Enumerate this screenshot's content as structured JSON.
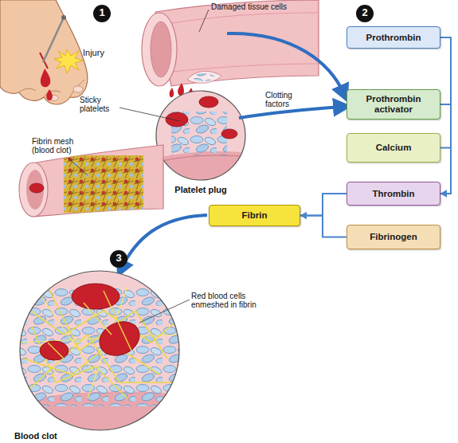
{
  "diagram": {
    "nodes": [
      {
        "text": [
          "Prothrombin"
        ]
      },
      {
        "text": [
          "Prothrombin activator"
        ]
      },
      {
        "text": [
          "Calcium"
        ]
      },
      {
        "text": [
          "Thrombin"
        ]
      },
      {
        "text": [
          "Fibrin"
        ]
      },
      {
        "text": [
          "Fibrinogen"
        ]
      }
    ],
    "edges": [
      {
        "from": 0,
        "to": 3,
        "arrow": "to"
      },
      {
        "from": 1,
        "to": 3,
        "arrow": "to"
      },
      {
        "from": 2,
        "to": 3,
        "arrow": "to"
      },
      {
        "from": 3,
        "to": 4,
        "arrow": "to"
      },
      {
        "from": 5,
        "to": 4,
        "arrow": "to"
      }
    ],
    "labels": [
      "1",
      "2",
      "Injury",
      "Damaged tissue cells",
      "Clotting factors",
      "Sticky platelets",
      "Platelet plug",
      "Fibrin mesh (blood clot)",
      "3",
      "Red blood cells enmeshed in fibrin",
      "Blood clot"
    ]
  }
}
